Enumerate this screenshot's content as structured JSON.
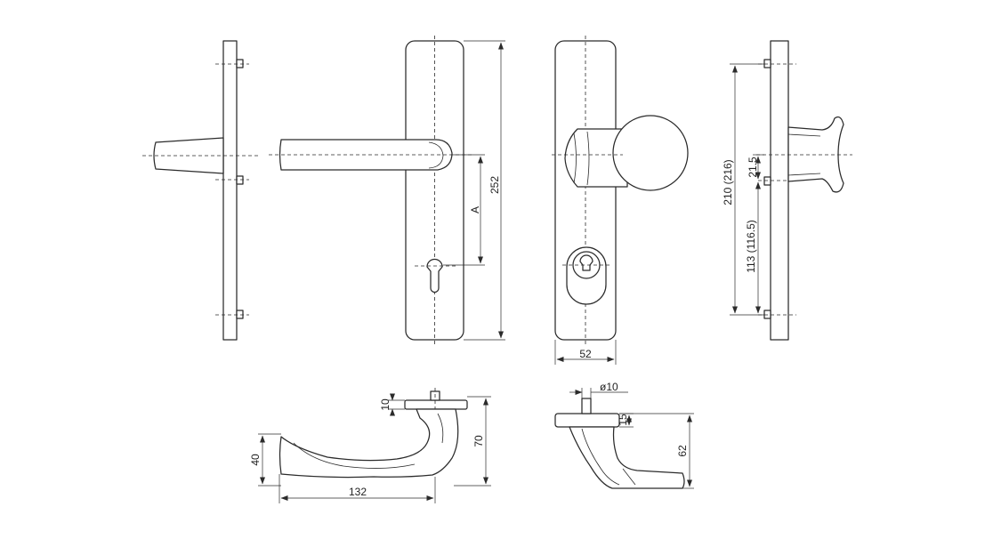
{
  "dimensions": {
    "plate_height": "252",
    "handle_distance": "A",
    "plate_width": "52",
    "hole_spacing_total": "210 (216)",
    "hole_offset": "21.5",
    "hole_spacing_lower": "113 (116.5)",
    "rose_height": "10",
    "handle_drop": "40",
    "handle_height": "70",
    "handle_length": "132",
    "spindle_diameter": "ø10",
    "rose_thickness": "15",
    "knob_height": "62"
  }
}
